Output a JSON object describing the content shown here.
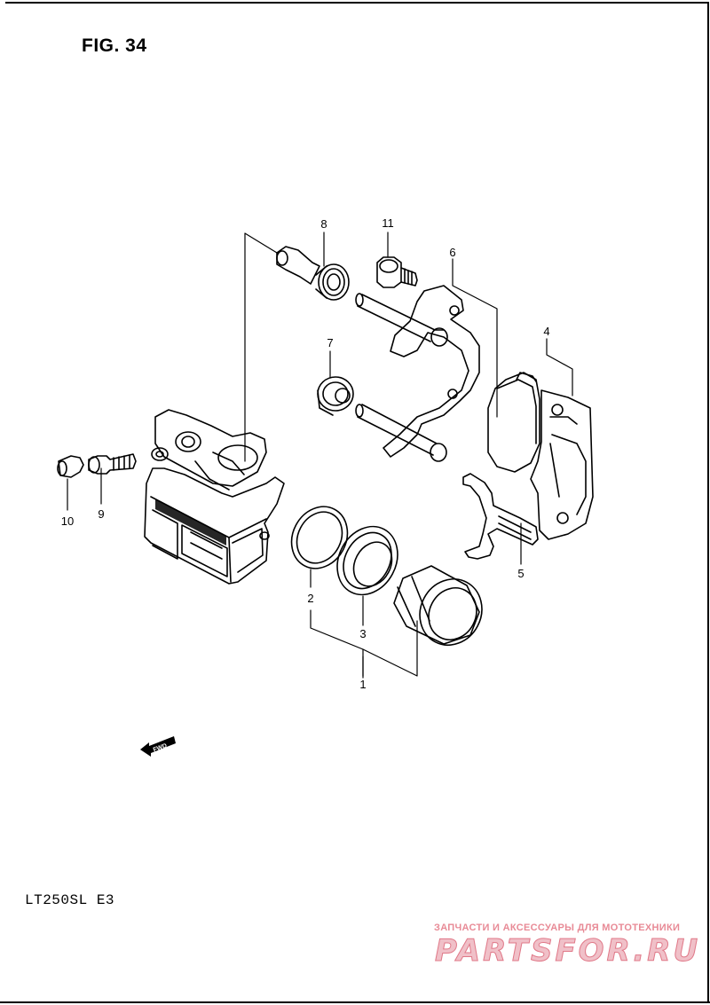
{
  "figure": {
    "title": "FIG. 34",
    "model_code": "LT250SL  E3"
  },
  "callouts": [
    "1",
    "2",
    "3",
    "4",
    "5",
    "6",
    "7",
    "8",
    "9",
    "10",
    "11"
  ],
  "direction_arrow": {
    "label": "FWD",
    "icon": "forward-arrow-icon"
  },
  "watermark": {
    "subtitle": "ЗАПЧАСТИ И АКСЕССУАРЫ ДЛЯ МОТОТЕХНИКИ",
    "logo": "PARTSFOR.RU"
  },
  "colors": {
    "ink": "#000000",
    "paper": "#ffffff",
    "watermark": "#e07888"
  }
}
